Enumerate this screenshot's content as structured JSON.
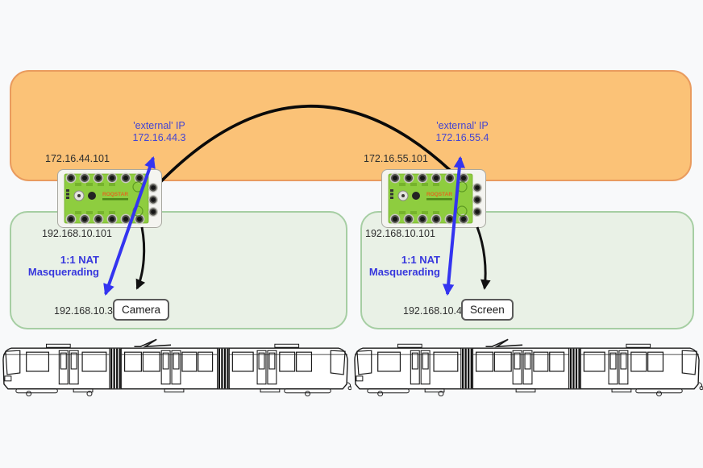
{
  "diagram": {
    "description_left_endpoint": "Camera",
    "description_right_endpoint": "Screen"
  },
  "left_tram": {
    "wan_ip": "172.16.44.101",
    "lan_ip": "192.168.10.101",
    "external_ip_label": "'external' IP",
    "external_ip": "172.16.44.3",
    "nat_label_line1": "1:1 NAT",
    "nat_label_line2": "Masquerading",
    "endpoint_ip": "192.168.10.3",
    "endpoint_label": "Camera"
  },
  "right_tram": {
    "wan_ip": "172.16.55.101",
    "lan_ip": "192.168.10.101",
    "external_ip_label": "'external' IP",
    "external_ip": "172.16.55.4",
    "nat_label_line1": "1:1 NAT",
    "nat_label_line2": "Masquerading",
    "endpoint_ip": "192.168.10.4",
    "endpoint_label": "Screen"
  },
  "switch": {
    "brand": "ROQSTAR"
  },
  "colors": {
    "external_zone_fill": "#fbc277",
    "external_zone_border": "#e99b5e",
    "internal_zone_fill": "#e9f1e6",
    "internal_zone_border": "#a6cea3",
    "nat_blue": "#3737dd",
    "arrow_blue": "#3434f0",
    "arrow_black": "#111111",
    "switch_board_green": "#8ecd3f"
  }
}
